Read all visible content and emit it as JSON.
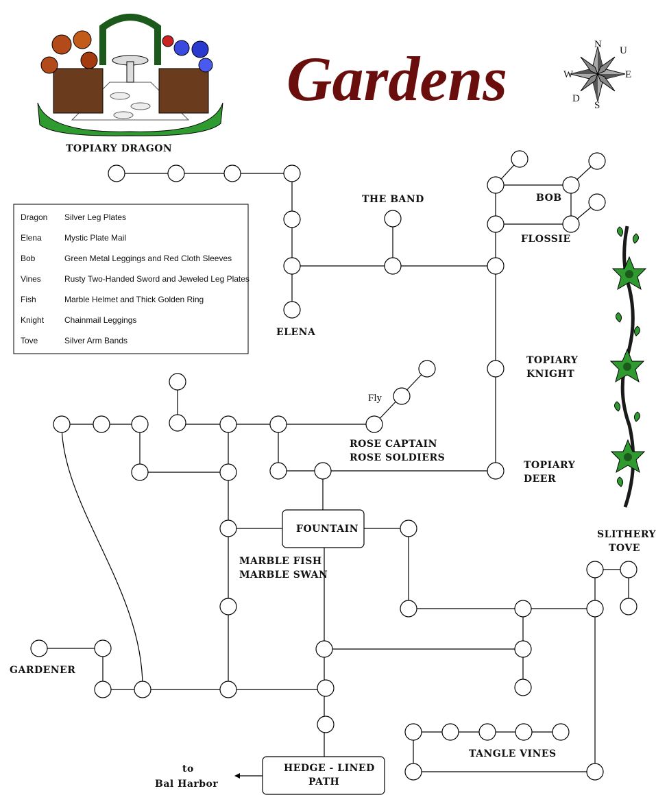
{
  "title": "Gardens",
  "colors": {
    "title": "#6a0d0d",
    "vine_leaf": "#2f9a2f",
    "vine_stem": "#1a1a1a",
    "lines": "#000000"
  },
  "compass": {
    "north": "N",
    "up": "U",
    "west": "W",
    "east": "E",
    "down": "D",
    "south": "S"
  },
  "icons": [
    "garden-gate-illustration",
    "compass-rose-icon",
    "climbing-vine-illustration",
    "left-arrow-icon"
  ],
  "legend": [
    {
      "name": "Dragon",
      "item": "Silver Leg Plates"
    },
    {
      "name": "Elena",
      "item": "Mystic Plate Mail"
    },
    {
      "name": "Bob",
      "item": "Green Metal Leggings and Red Cloth Sleeves"
    },
    {
      "name": "Vines",
      "item": "Rusty Two-Handed Sword and Jeweled Leg Plates"
    },
    {
      "name": "Fish",
      "item": "Marble Helmet and Thick Golden Ring"
    },
    {
      "name": "Knight",
      "item": "Chainmail Leggings"
    },
    {
      "name": "Tove",
      "item": "Silver Arm Bands"
    }
  ],
  "labels": {
    "topiary_dragon": "TOPIARY DRAGON",
    "the_band": "THE BAND",
    "bob": "BOB",
    "flossie": "FLOSSIE",
    "elena": "ELENA",
    "topiary_knight_1": "TOPIARY",
    "topiary_knight_2": "KNIGHT",
    "fly": "Fly",
    "rose_1": "ROSE CAPTAIN",
    "rose_2": "ROSE SOLDIERS",
    "topiary_deer_1": "TOPIARY",
    "topiary_deer_2": "DEER",
    "fountain": "FOUNTAIN",
    "marble_1": "MARBLE FISH",
    "marble_2": "MARBLE SWAN",
    "slithery_1": "SLITHERY",
    "slithery_2": "TOVE",
    "gardener": "GARDENER",
    "tangle_vines": "TANGLE VINES",
    "hedge_1": "HEDGE - LINED",
    "hedge_2": "PATH",
    "to_1": "to",
    "to_2": "Bal Harbor"
  }
}
